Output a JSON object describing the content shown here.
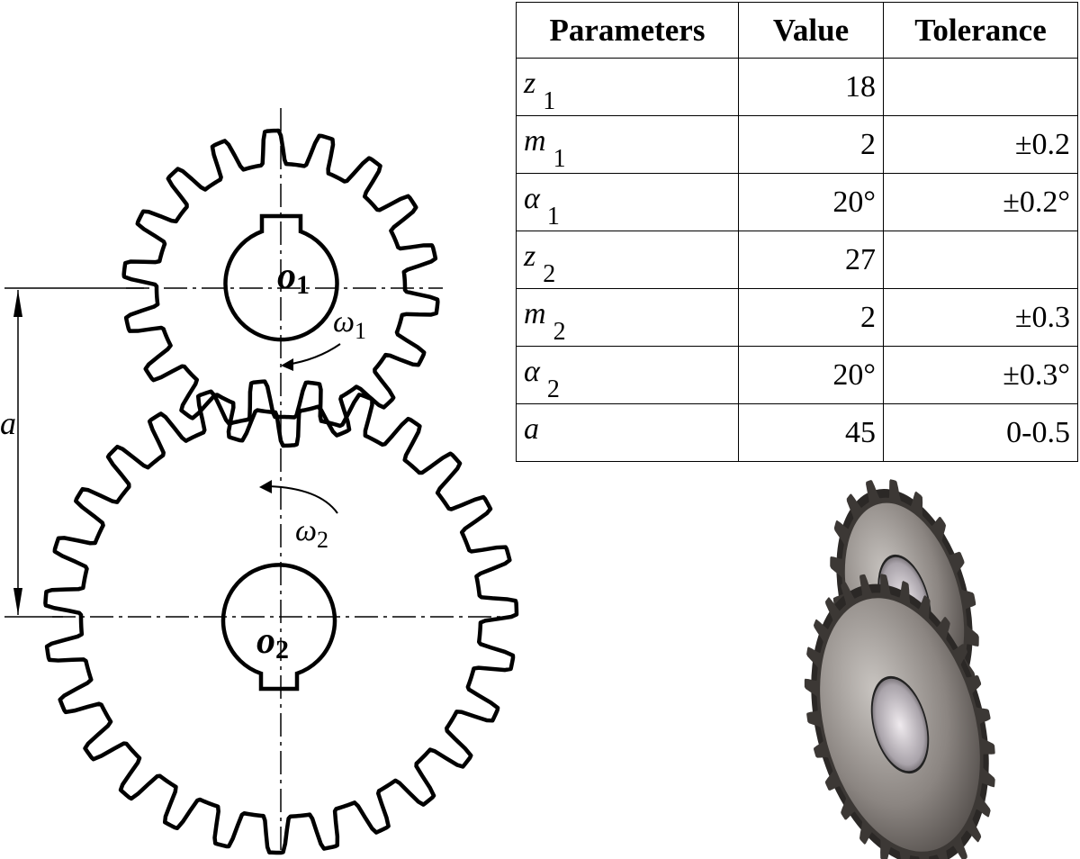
{
  "table": {
    "headers": [
      "Parameters",
      "Value",
      "Tolerance"
    ],
    "rows": [
      {
        "symbol": "z",
        "subscript": "1",
        "value": "18",
        "tolerance": ""
      },
      {
        "symbol": "m",
        "subscript": "1",
        "value": "2",
        "tolerance": "±0.2"
      },
      {
        "symbol": "α",
        "subscript": "1",
        "value": "20°",
        "tolerance": "±0.2°"
      },
      {
        "symbol": "z",
        "subscript": "2",
        "value": "27",
        "tolerance": ""
      },
      {
        "symbol": "m",
        "subscript": "2",
        "value": "2",
        "tolerance": "±0.3"
      },
      {
        "symbol": "α",
        "subscript": "2",
        "value": "20°",
        "tolerance": "±0.3°"
      },
      {
        "symbol": "a",
        "subscript": "",
        "value": "45",
        "tolerance": "0-0.5"
      }
    ]
  },
  "drawing": {
    "gear1": {
      "center_label": "o",
      "center_sub": "1",
      "omega_label": "ω",
      "omega_sub": "1",
      "teeth": 18
    },
    "gear2": {
      "center_label": "o",
      "center_sub": "2",
      "omega_label": "ω",
      "omega_sub": "2",
      "teeth": 27
    },
    "center_distance_label": "a"
  },
  "colors": {
    "line": "#000000",
    "metal_light": "#b9b4b0",
    "metal_dark": "#3f3b38"
  }
}
